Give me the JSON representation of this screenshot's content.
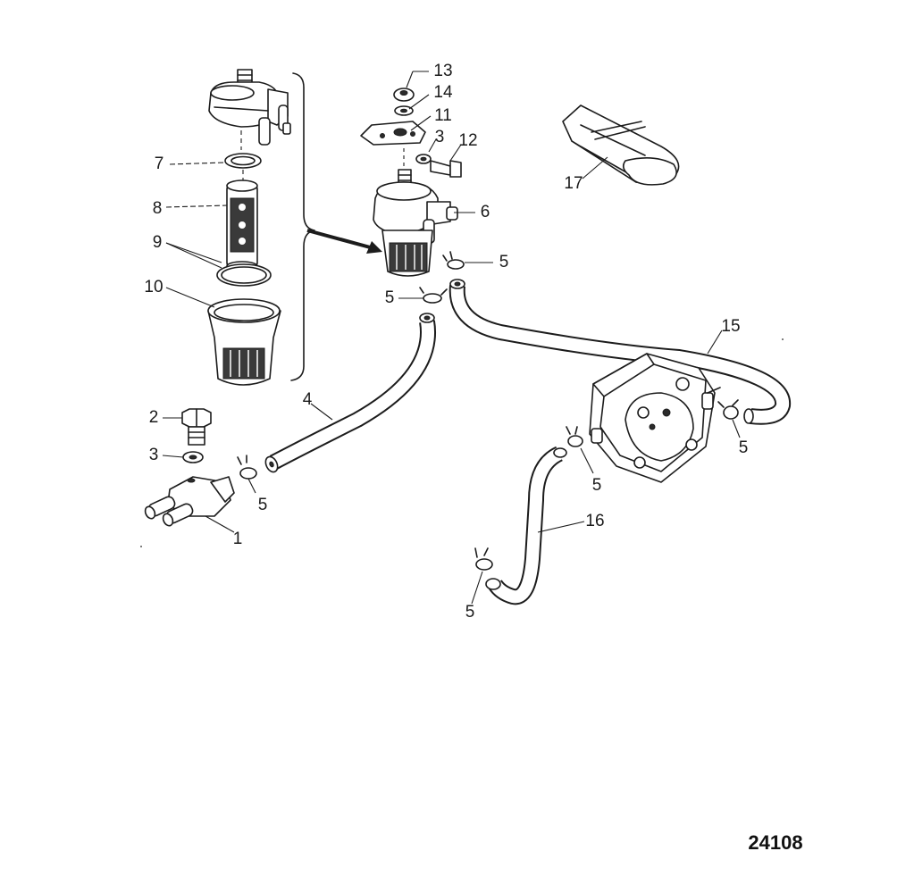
{
  "diagram": {
    "figure_number": "24108",
    "callouts": [
      {
        "id": "c1",
        "text": "1"
      },
      {
        "id": "c2",
        "text": "2"
      },
      {
        "id": "c3a",
        "text": "3"
      },
      {
        "id": "c3b",
        "text": "3"
      },
      {
        "id": "c4",
        "text": "4"
      },
      {
        "id": "c5a",
        "text": "5"
      },
      {
        "id": "c5b",
        "text": "5"
      },
      {
        "id": "c5c",
        "text": "5"
      },
      {
        "id": "c5d",
        "text": "5"
      },
      {
        "id": "c5e",
        "text": "5"
      },
      {
        "id": "c5f",
        "text": "5"
      },
      {
        "id": "c6",
        "text": "6"
      },
      {
        "id": "c7",
        "text": "7"
      },
      {
        "id": "c8",
        "text": "8"
      },
      {
        "id": "c9",
        "text": "9"
      },
      {
        "id": "c10",
        "text": "10"
      },
      {
        "id": "c11",
        "text": "11"
      },
      {
        "id": "c12",
        "text": "12"
      },
      {
        "id": "c13",
        "text": "13"
      },
      {
        "id": "c14",
        "text": "14"
      },
      {
        "id": "c15",
        "text": "15"
      },
      {
        "id": "c16",
        "text": "16"
      },
      {
        "id": "c17",
        "text": "17"
      }
    ]
  }
}
